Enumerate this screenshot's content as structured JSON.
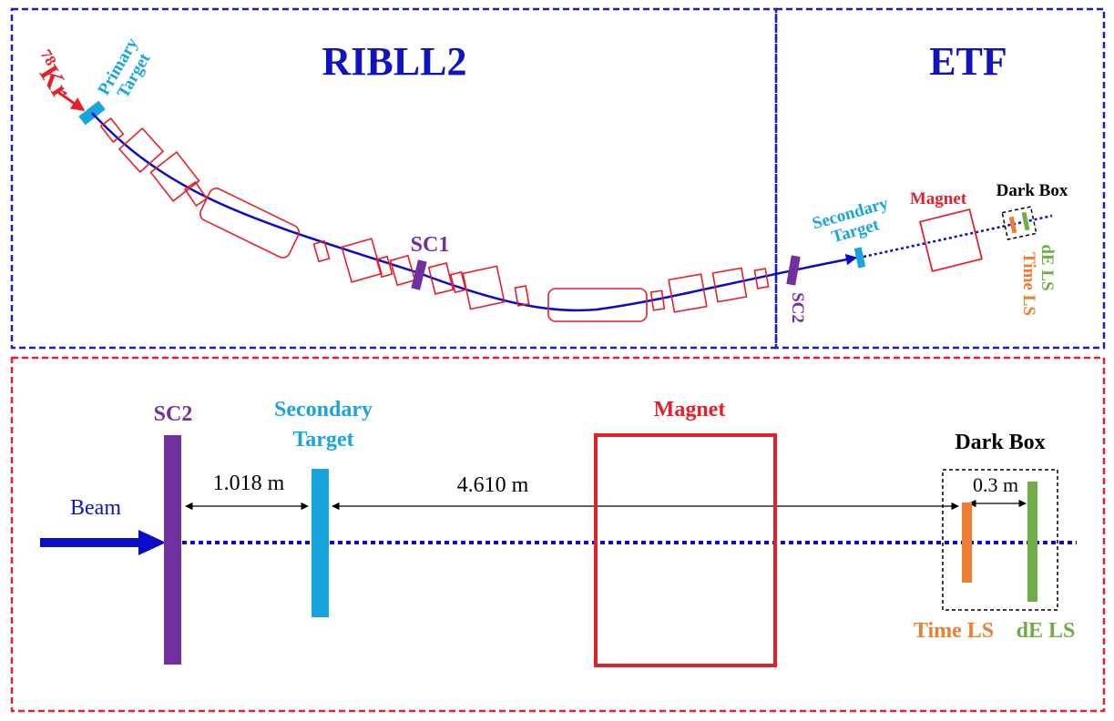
{
  "colors": {
    "frame_blue": "#1f1fb4",
    "frame_red": "#e4202a",
    "beamline": "#0b0bc8",
    "element_red": "#e4202a",
    "title_blue": "#1212c0",
    "cyan": "#1aa4de",
    "purple": "#7030a0",
    "orange": "#ed7d31",
    "green": "#70ad47",
    "black": "#000000"
  },
  "top": {
    "ribll2_title": "RIBLL2",
    "etf_title": "ETF",
    "beam_mass": "78",
    "beam_element": "Kr",
    "primary_target_line1": "Primary",
    "primary_target_line2": "Target",
    "sc1": "SC1",
    "sc2": "SC2",
    "secondary_target_line1": "Secondary",
    "secondary_target_line2": "Target",
    "magnet": "Magnet",
    "dark_box": "Dark Box",
    "de_ls": "dE LS",
    "time_ls": "Time LS"
  },
  "bottom": {
    "sc2": "SC2",
    "secondary_target_line1": "Secondary",
    "secondary_target_line2": "Target",
    "magnet": "Magnet",
    "dark_box": "Dark Box",
    "beam": "Beam",
    "dist_sc2_target": "1.018 m",
    "dist_target_box": "4.610 m",
    "dist_ls": "0.3 m",
    "time_ls": "Time LS",
    "de_ls": "dE LS"
  }
}
